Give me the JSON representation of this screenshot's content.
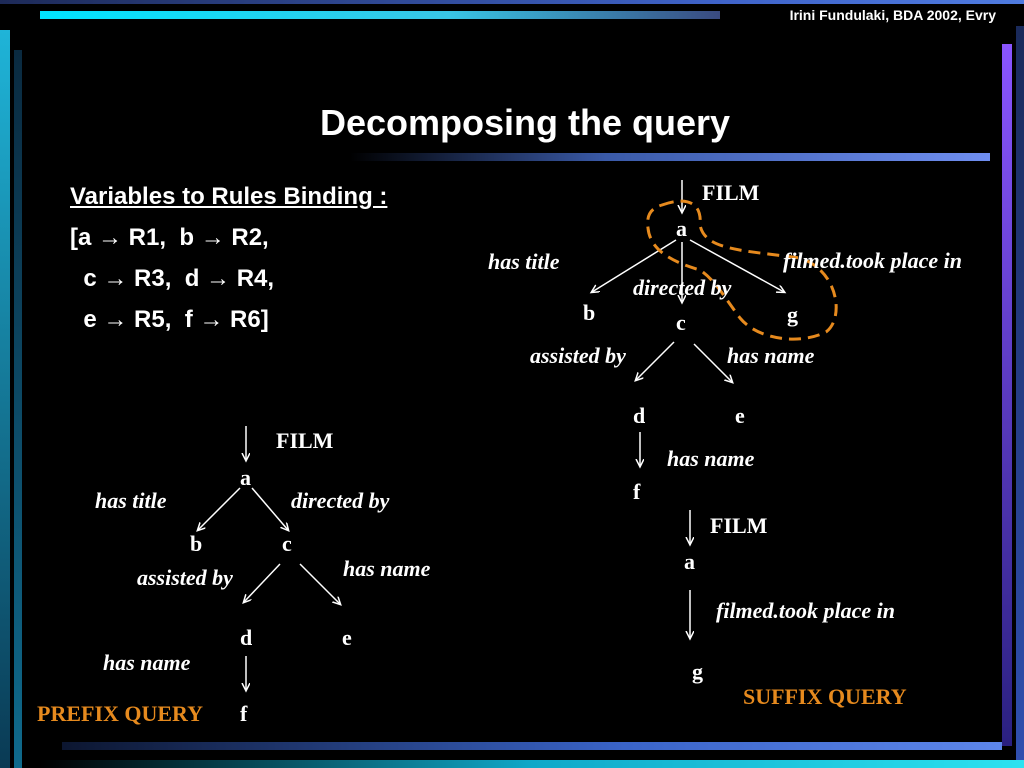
{
  "header": {
    "credit": "Irini Fundulaki, BDA 2002, Evry"
  },
  "slide": {
    "title": "Decomposing the query"
  },
  "rules": {
    "heading": "Variables to Rules Binding :",
    "line1": "[a → R1,  b → R2,",
    "line2": "  c → R3,  d → R4,",
    "line3": "  e → R5,  f → R6]"
  },
  "full_tree": {
    "root": "FILM",
    "nodes": {
      "a": "a",
      "b": "b",
      "c": "c",
      "g": "g",
      "d": "d",
      "e": "e",
      "f": "f"
    },
    "edges": {
      "has_title": "has title",
      "directed_by": "directed by",
      "filmed": "filmed.took place in",
      "assisted_by": "assisted by",
      "has_name_ce": "has name",
      "has_name_df": "has name"
    }
  },
  "prefix_tree": {
    "root": "FILM",
    "nodes": {
      "a": "a",
      "b": "b",
      "c": "c",
      "d": "d",
      "e": "e",
      "f": "f"
    },
    "edges": {
      "has_title": "has title",
      "directed_by": "directed by",
      "assisted_by": "assisted by",
      "has_name_ce": "has name",
      "has_name_df": "has name"
    },
    "caption": "PREFIX QUERY"
  },
  "suffix_tree": {
    "root": "FILM",
    "nodes": {
      "a": "a",
      "g": "g"
    },
    "edges": {
      "filmed": "filmed.took place in"
    },
    "caption": "SUFFIX QUERY"
  },
  "colors": {
    "background": "#000000",
    "accent_orange": "#e68a1e",
    "bar_blue": "#5b7fe0",
    "bar_cyan": "#1fd6e8",
    "bar_violet": "#7a4cf0"
  }
}
